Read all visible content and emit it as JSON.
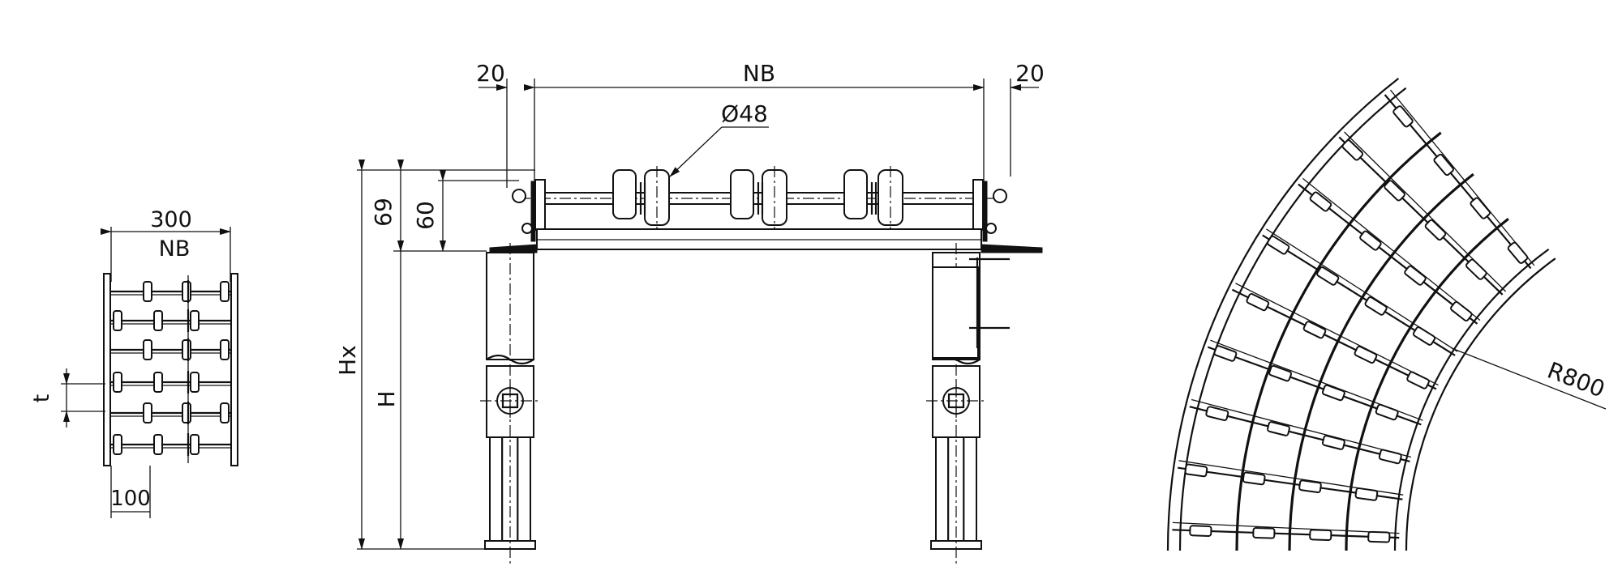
{
  "left_view": {
    "dim_width": "300",
    "dim_inner": "NB",
    "dim_pitch": "t",
    "dim_offset": "100"
  },
  "front_view": {
    "dim_left_gap": "20",
    "dim_right_gap": "20",
    "dim_span": "NB",
    "dim_wheel_diameter": "Ø48",
    "dim_height_69": "69",
    "dim_height_60": "60",
    "dim_total_height": "Hx",
    "dim_height": "H"
  },
  "curve_view": {
    "dim_radius": "R800"
  }
}
